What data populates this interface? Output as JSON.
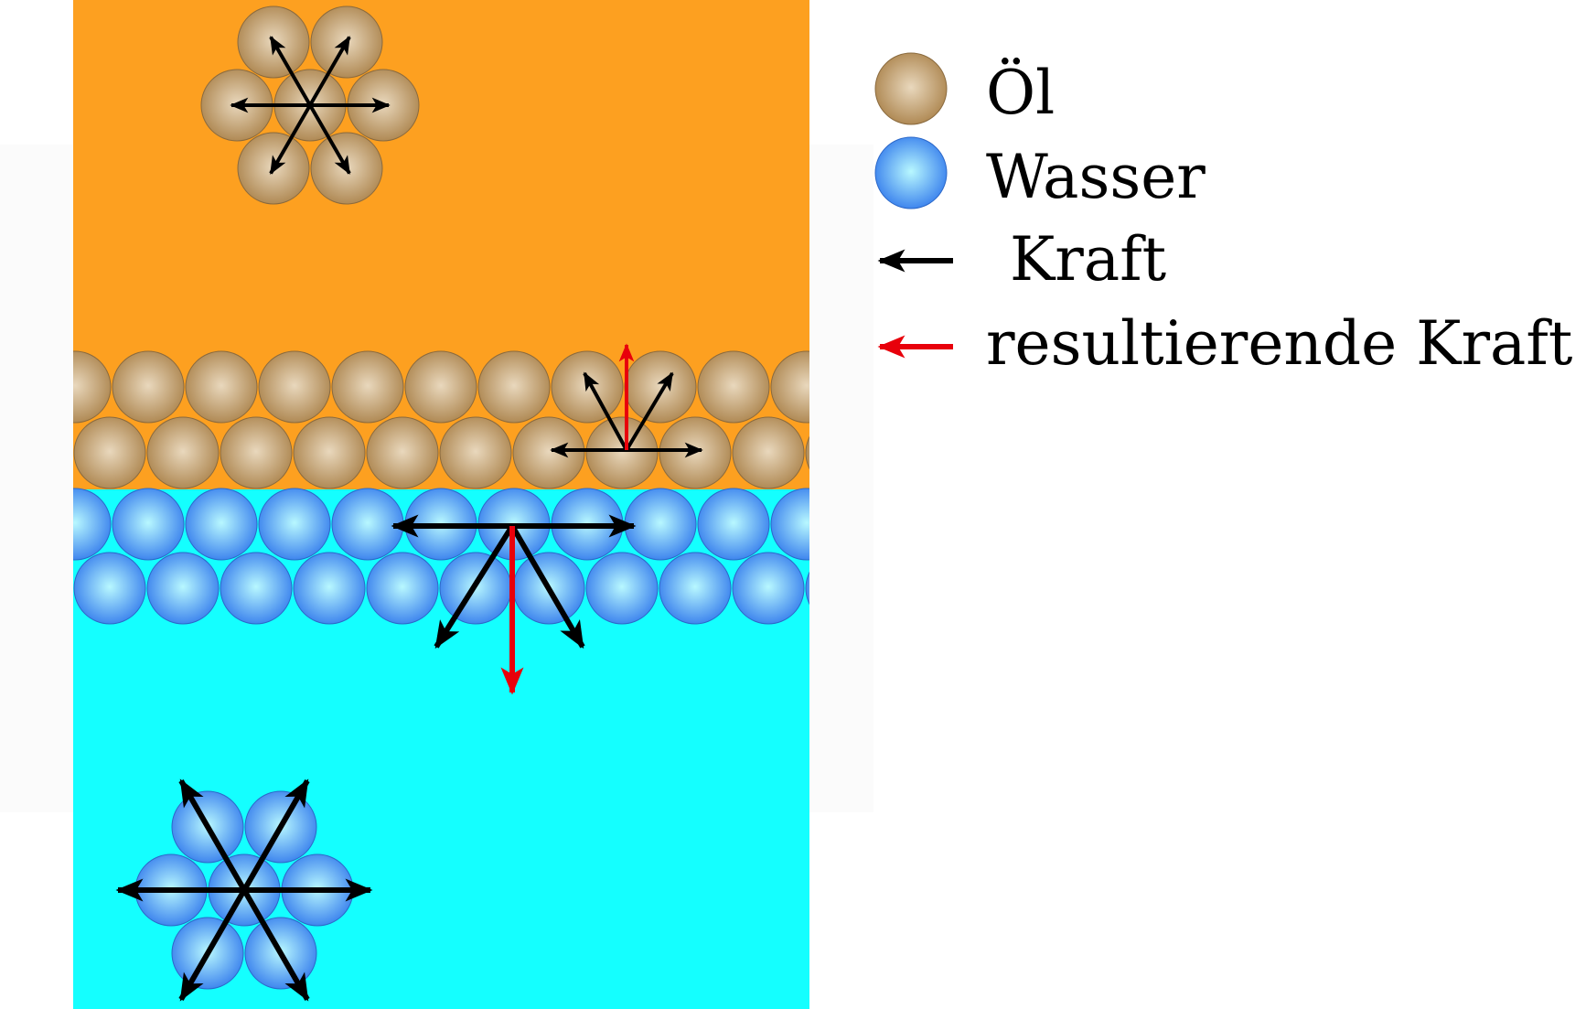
{
  "colors": {
    "oil_background": "#FDA020",
    "water_background": "#14FFFF",
    "oil_molecule": "#B08A55",
    "oil_molecule_light": "#E9D8BD",
    "water_molecule": "#3F86EE",
    "water_molecule_light": "#B8F8FF",
    "force_arrow": "#000000",
    "resultant_force_arrow": "#E8000B"
  },
  "legend": {
    "oil": "Öl",
    "water": "Wasser",
    "force": "Kraft",
    "resultant_force": "resultierende Kraft"
  }
}
